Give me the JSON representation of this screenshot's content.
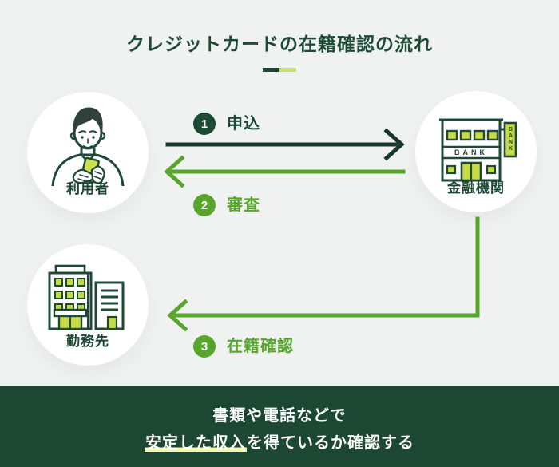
{
  "title": "クレジットカードの在籍確認の流れ",
  "colors": {
    "background": "#f0f2f1",
    "dark_green": "#1b4733",
    "green": "#58a52d",
    "lime": "#c6da45",
    "underline_lime": "#c8e070",
    "highlight_yellow": "#f3f6ae"
  },
  "nodes": {
    "user": {
      "label": "利用者"
    },
    "bank": {
      "label": "金融機関",
      "band_text": "BANK",
      "sign_text": "BANK"
    },
    "workplace": {
      "label": "勤務先"
    }
  },
  "steps": [
    {
      "num": "1",
      "label": "申込"
    },
    {
      "num": "2",
      "label": "審査"
    },
    {
      "num": "3",
      "label": "在籍確認"
    }
  ],
  "footer": {
    "line1": "書類や電話などで",
    "line2_highlight": "安定した収入",
    "line2_rest": "を得ているか確認する"
  }
}
